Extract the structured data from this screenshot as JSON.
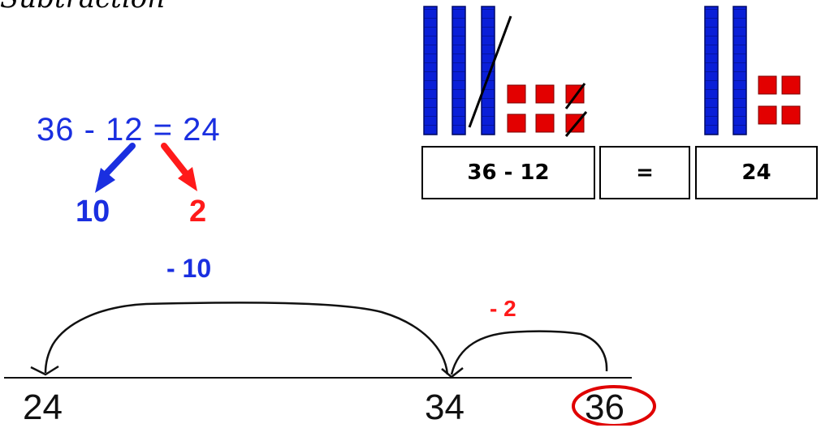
{
  "title": "Subtraction",
  "equation": "36  - 12 = 24",
  "partition": {
    "tens": "10",
    "ones": "2"
  },
  "number_line": {
    "jump_tens_label": "- 10",
    "jump_ones_label": "- 2",
    "marks": [
      "24",
      "34",
      "36"
    ],
    "answer_circled": "36"
  },
  "blocks": {
    "left_tens_rods": 3,
    "left_ones_cubes": 6,
    "right_tens_rods": 2,
    "right_ones_cubes": 4,
    "crossed_rods": 1,
    "crossed_cubes": 2
  },
  "boxes": {
    "expression": "36 - 12",
    "equals": "=",
    "result": "24"
  },
  "colors": {
    "blue": "#1a2fe0",
    "red": "#ff1a1a",
    "block_blue": "#0a1fd8",
    "block_red": "#e30000"
  }
}
